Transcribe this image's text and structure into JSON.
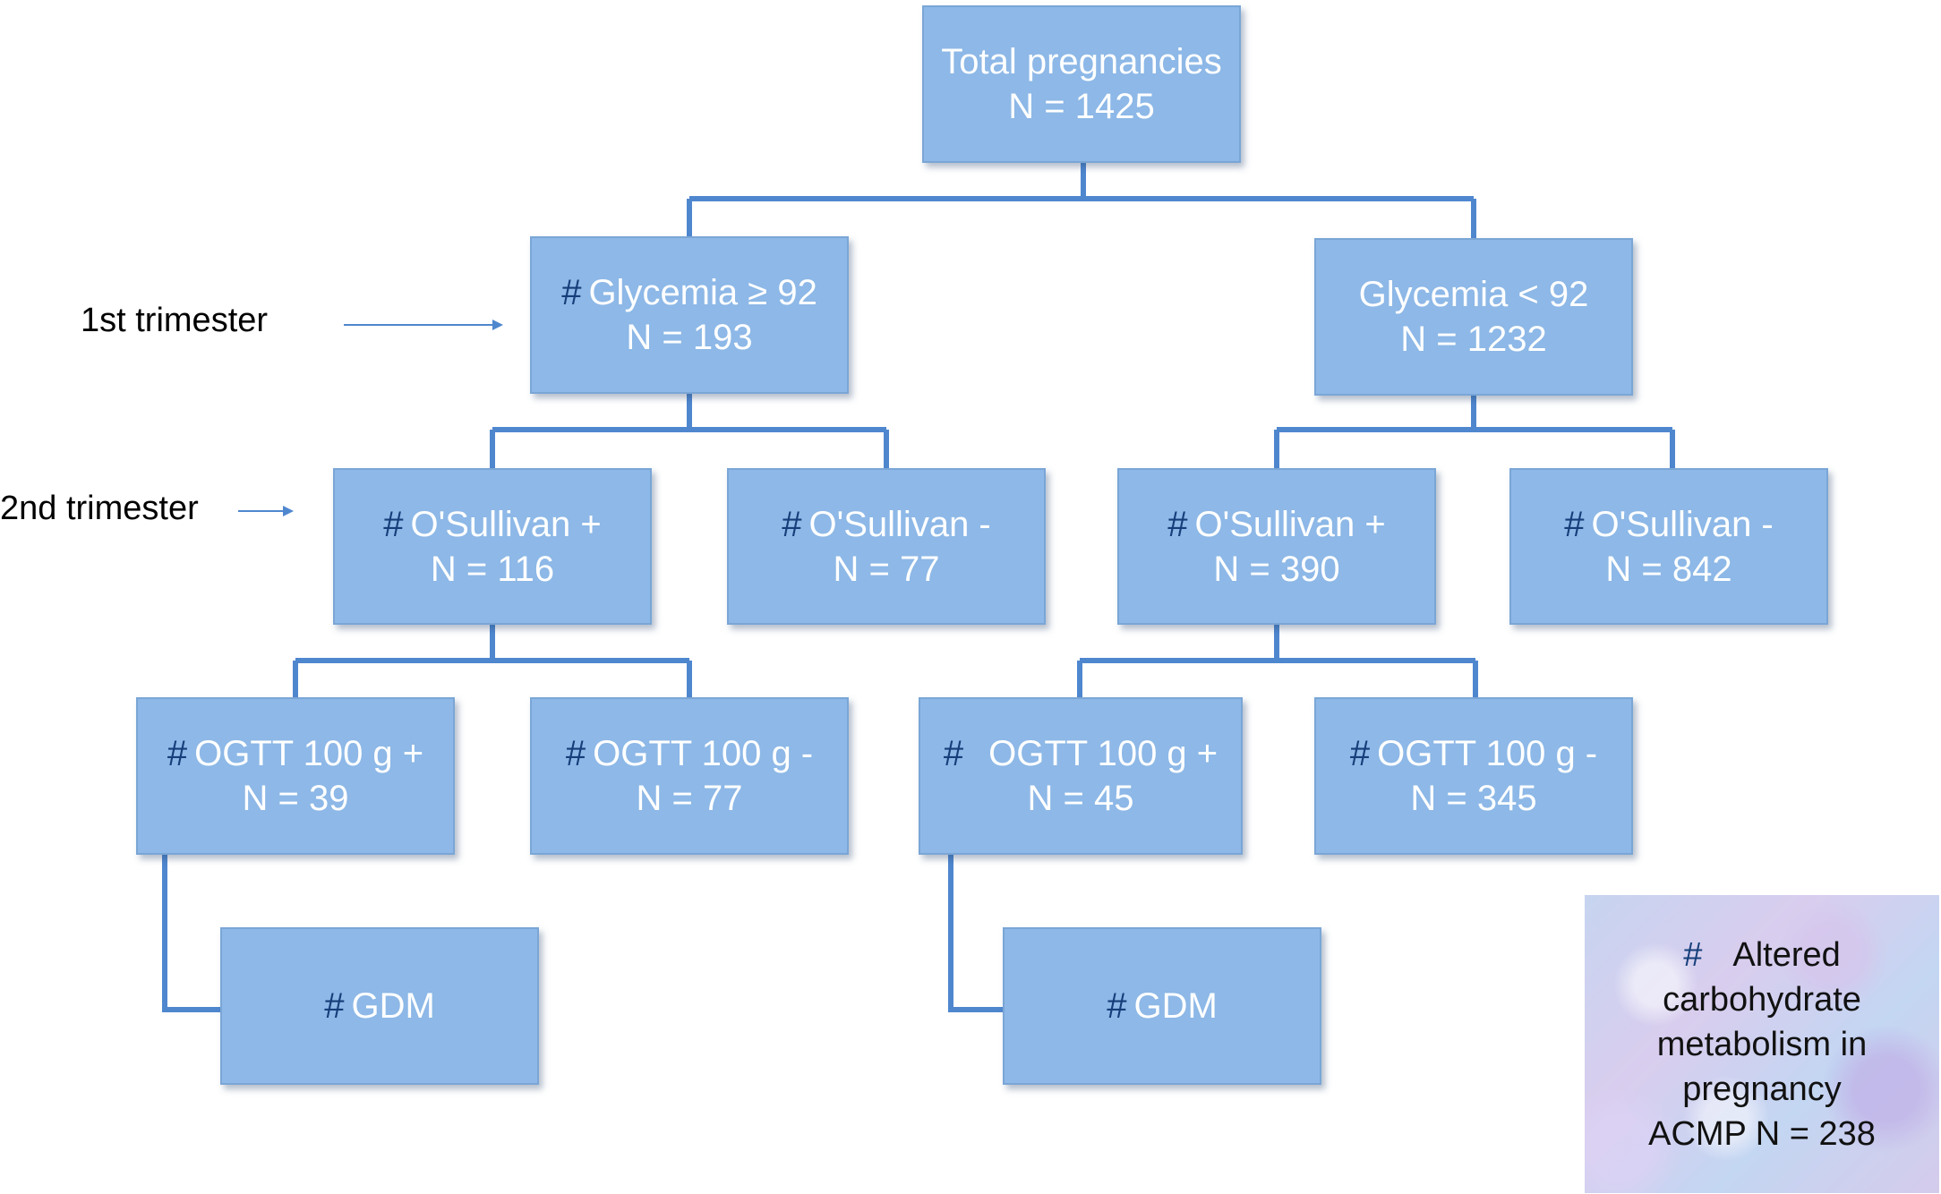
{
  "labels": {
    "first_trimester": "1st trimester",
    "second_trimester": "2nd trimester"
  },
  "marker": "#",
  "nodes": {
    "total": {
      "line1": "Total pregnancies",
      "line2": "N = 1425"
    },
    "gly_high": {
      "line1": "Glycemia ≥ 92",
      "line2": "N = 193"
    },
    "gly_low": {
      "line1": "Glycemia < 92",
      "line2": "N = 1232"
    },
    "os_pos_left": {
      "line1": "O'Sullivan +",
      "line2": "N = 116"
    },
    "os_neg_left": {
      "line1": "O'Sullivan -",
      "line2": "N = 77"
    },
    "os_pos_right": {
      "line1": "O'Sullivan +",
      "line2": "N = 390"
    },
    "os_neg_right": {
      "line1": "O'Sullivan -",
      "line2": "N = 842"
    },
    "ogtt_pos_left": {
      "line1": "OGTT 100 g +",
      "line2": "N = 39"
    },
    "ogtt_neg_left": {
      "line1": "OGTT 100 g -",
      "line2": "N = 77"
    },
    "ogtt_pos_right": {
      "line1": "OGTT 100 g +",
      "line2": "N = 45"
    },
    "ogtt_neg_right": {
      "line1": "OGTT 100 g -",
      "line2": "N = 345"
    },
    "gdm_left": {
      "line1": "GDM"
    },
    "gdm_right": {
      "line1": "GDM"
    }
  },
  "legend": {
    "line1": "Altered",
    "line2": "carbohydrate",
    "line3": "metabolism in",
    "line4": "pregnancy",
    "line5": "ACMP N = 238"
  },
  "colors": {
    "box_fill": "#8db8e7",
    "connector": "#4f87cf",
    "marker": "#153e7a"
  }
}
